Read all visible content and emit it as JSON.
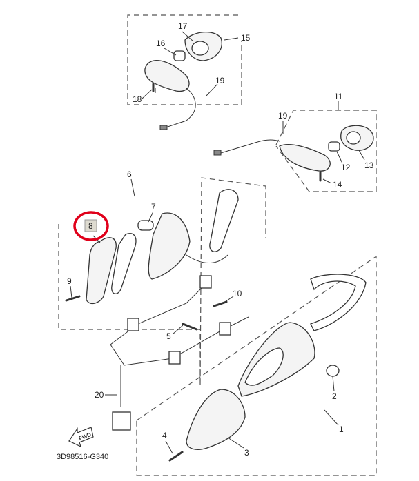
{
  "diagram": {
    "code": "3D98516-G340",
    "fwd_label": "FWD",
    "highlight_color": "#e0001a",
    "highlighted_part": "8",
    "labels": {
      "p1": "1",
      "p2": "2",
      "p3": "3",
      "p4": "4",
      "p5": "5",
      "p6": "6",
      "p7": "7",
      "p8": "8",
      "p9": "9",
      "p10": "10",
      "p11": "11",
      "p12": "12",
      "p13": "13",
      "p14": "14",
      "p15": "15",
      "p16": "16",
      "p17": "17",
      "p18": "18",
      "p19a": "19",
      "p19b": "19",
      "p20": "20"
    }
  }
}
